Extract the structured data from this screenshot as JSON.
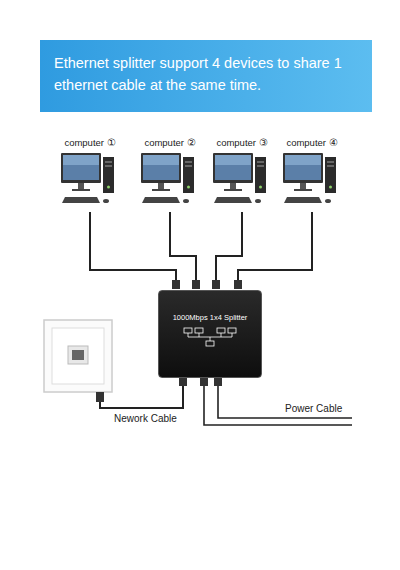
{
  "diagram": {
    "title": "Ethernet splitter support 4 devices to share 1 ethernet cable at the same time.",
    "nodes": [
      {
        "text": [
          "computer ①"
        ]
      },
      {
        "text": [
          "computer ②"
        ]
      },
      {
        "text": [
          "computer ③"
        ]
      },
      {
        "text": [
          "computer ④"
        ]
      },
      {
        "text": [
          "1000Mbps 1x4 Splitter"
        ]
      }
    ],
    "edges": [
      {
        "from": 0,
        "to": 4,
        "arrow": "none"
      },
      {
        "from": 1,
        "to": 4,
        "arrow": "none"
      },
      {
        "from": 2,
        "to": 4,
        "arrow": "none"
      },
      {
        "from": 3,
        "to": 4,
        "arrow": "none"
      }
    ],
    "labels": [
      "Nework Cable",
      "Power Cable"
    ]
  }
}
